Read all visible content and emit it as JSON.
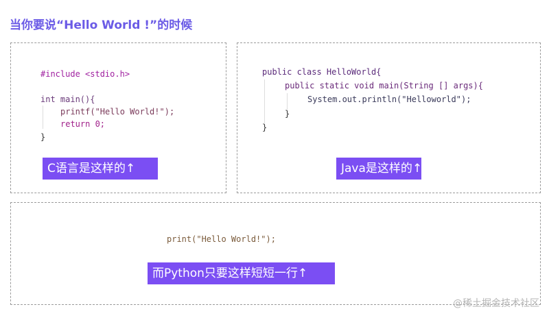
{
  "title": "当你要说“Hello World !”的时候",
  "c_panel": {
    "code": [
      "#include <stdio.h>",
      "int main(){",
      "printf(\"Hello World!\");",
      "return 0;",
      "}"
    ],
    "label": "C语言是这样的↑"
  },
  "java_panel": {
    "code": [
      "public class HelloWorld{",
      "public static void main(String [] args){",
      "System.out.println(\"Helloworld\");",
      "}",
      "}"
    ],
    "label": "Java是这样的↑"
  },
  "python_panel": {
    "code": "print(\"Hello World!\");",
    "label": "而Python只要这样短短一行↑"
  },
  "watermark": "@稀土掘金技术社区",
  "colors": {
    "accent": "#7b4ef3",
    "title": "#6b5be6"
  }
}
